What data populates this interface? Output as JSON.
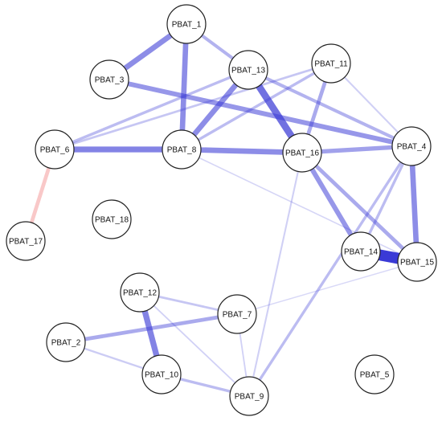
{
  "nodes": [
    {
      "id": "PBAT_1",
      "label": "PBAT_1"
    },
    {
      "id": "PBAT_2",
      "label": "PBAT_2"
    },
    {
      "id": "PBAT_3",
      "label": "PBAT_3"
    },
    {
      "id": "PBAT_4",
      "label": "PBAT_4"
    },
    {
      "id": "PBAT_5",
      "label": "PBAT_5"
    },
    {
      "id": "PBAT_6",
      "label": "PBAT_6"
    },
    {
      "id": "PBAT_7",
      "label": "PBAT_7"
    },
    {
      "id": "PBAT_8",
      "label": "PBAT_8"
    },
    {
      "id": "PBAT_9",
      "label": "PBAT_9"
    },
    {
      "id": "PBAT_10",
      "label": "PBAT_10"
    },
    {
      "id": "PBAT_11",
      "label": "PBAT_11"
    },
    {
      "id": "PBAT_12",
      "label": "PBAT_12"
    },
    {
      "id": "PBAT_13",
      "label": "PBAT_13"
    },
    {
      "id": "PBAT_14",
      "label": "PBAT_14"
    },
    {
      "id": "PBAT_15",
      "label": "PBAT_15"
    },
    {
      "id": "PBAT_16",
      "label": "PBAT_16"
    },
    {
      "id": "PBAT_17",
      "label": "PBAT_17"
    },
    {
      "id": "PBAT_18",
      "label": "PBAT_18"
    }
  ],
  "edges": [
    {
      "source": "PBAT_14",
      "target": "PBAT_15",
      "weight": 1.0,
      "sign": "positive"
    },
    {
      "source": "PBAT_13",
      "target": "PBAT_16",
      "weight": 0.6,
      "sign": "positive"
    },
    {
      "source": "PBAT_6",
      "target": "PBAT_8",
      "weight": 0.5,
      "sign": "positive"
    },
    {
      "source": "PBAT_12",
      "target": "PBAT_10",
      "weight": 0.5,
      "sign": "positive"
    },
    {
      "source": "PBAT_1",
      "target": "PBAT_8",
      "weight": 0.45,
      "sign": "positive"
    },
    {
      "source": "PBAT_1",
      "target": "PBAT_3",
      "weight": 0.45,
      "sign": "positive"
    },
    {
      "source": "PBAT_8",
      "target": "PBAT_16",
      "weight": 0.45,
      "sign": "positive"
    },
    {
      "source": "PBAT_13",
      "target": "PBAT_8",
      "weight": 0.45,
      "sign": "positive"
    },
    {
      "source": "PBAT_4",
      "target": "PBAT_15",
      "weight": 0.45,
      "sign": "positive"
    },
    {
      "source": "PBAT_3",
      "target": "PBAT_4",
      "weight": 0.4,
      "sign": "positive"
    },
    {
      "source": "PBAT_16",
      "target": "PBAT_14",
      "weight": 0.4,
      "sign": "positive"
    },
    {
      "source": "PBAT_16",
      "target": "PBAT_4",
      "weight": 0.35,
      "sign": "positive"
    },
    {
      "source": "PBAT_16",
      "target": "PBAT_15",
      "weight": 0.3,
      "sign": "positive"
    },
    {
      "source": "PBAT_2",
      "target": "PBAT_7",
      "weight": 0.3,
      "sign": "positive"
    },
    {
      "source": "PBAT_6",
      "target": "PBAT_17",
      "weight": 0.3,
      "sign": "negative"
    },
    {
      "source": "PBAT_11",
      "target": "PBAT_16",
      "weight": 0.3,
      "sign": "positive"
    },
    {
      "source": "PBAT_1",
      "target": "PBAT_13",
      "weight": 0.25,
      "sign": "positive"
    },
    {
      "source": "PBAT_13",
      "target": "PBAT_4",
      "weight": 0.25,
      "sign": "positive"
    },
    {
      "source": "PBAT_6",
      "target": "PBAT_13",
      "weight": 0.2,
      "sign": "positive"
    },
    {
      "source": "PBAT_8",
      "target": "PBAT_11",
      "weight": 0.2,
      "sign": "positive"
    },
    {
      "source": "PBAT_4",
      "target": "PBAT_14",
      "weight": 0.2,
      "sign": "positive"
    },
    {
      "source": "PBAT_4",
      "target": "PBAT_9",
      "weight": 0.2,
      "sign": "positive"
    },
    {
      "source": "PBAT_10",
      "target": "PBAT_9",
      "weight": 0.2,
      "sign": "positive"
    },
    {
      "source": "PBAT_12",
      "target": "PBAT_7",
      "weight": 0.15,
      "sign": "positive"
    },
    {
      "source": "PBAT_6",
      "target": "PBAT_11",
      "weight": 0.15,
      "sign": "positive"
    },
    {
      "source": "PBAT_2",
      "target": "PBAT_10",
      "weight": 0.12,
      "sign": "positive"
    },
    {
      "source": "PBAT_11",
      "target": "PBAT_4",
      "weight": 0.1,
      "sign": "positive"
    },
    {
      "source": "PBAT_16",
      "target": "PBAT_9",
      "weight": 0.1,
      "sign": "positive"
    },
    {
      "source": "PBAT_12",
      "target": "PBAT_9",
      "weight": 0.08,
      "sign": "positive"
    },
    {
      "source": "PBAT_7",
      "target": "PBAT_9",
      "weight": 0.08,
      "sign": "positive"
    },
    {
      "source": "PBAT_8",
      "target": "PBAT_15",
      "weight": 0.06,
      "sign": "positive"
    },
    {
      "source": "PBAT_7",
      "target": "PBAT_15",
      "weight": 0.05,
      "sign": "positive"
    }
  ],
  "colors": {
    "positive": "#3a3ad6",
    "negative": "#f08080"
  }
}
